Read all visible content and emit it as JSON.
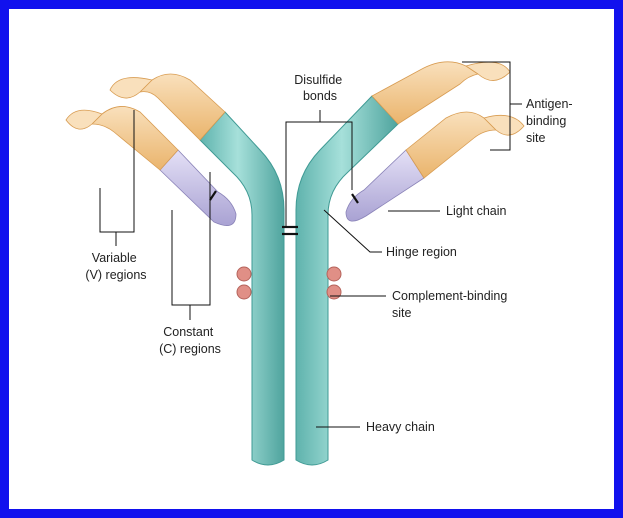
{
  "colors": {
    "frame": "#1111ee",
    "heavy_chain": "#8ed3cc",
    "heavy_chain_edge": "#3f9a94",
    "light_constant": "#c9c4e6",
    "variable": "#f4c98e",
    "variable_light": "#f9e0bc",
    "complement_site": "#e08f86",
    "disulfide_bond": "#111111",
    "leader_line": "#111111"
  },
  "labels": {
    "disulfide_bonds": [
      "Disulfide",
      "bonds"
    ],
    "antigen_binding_site": [
      "Antigen-",
      "binding",
      "site"
    ],
    "light_chain": "Light chain",
    "hinge_region": "Hinge region",
    "complement_binding_site": [
      "Complement-binding",
      "site"
    ],
    "variable_regions": [
      "Variable",
      "(V) regions"
    ],
    "constant_regions": [
      "Constant",
      "(C) regions"
    ],
    "heavy_chain": "Heavy chain"
  }
}
